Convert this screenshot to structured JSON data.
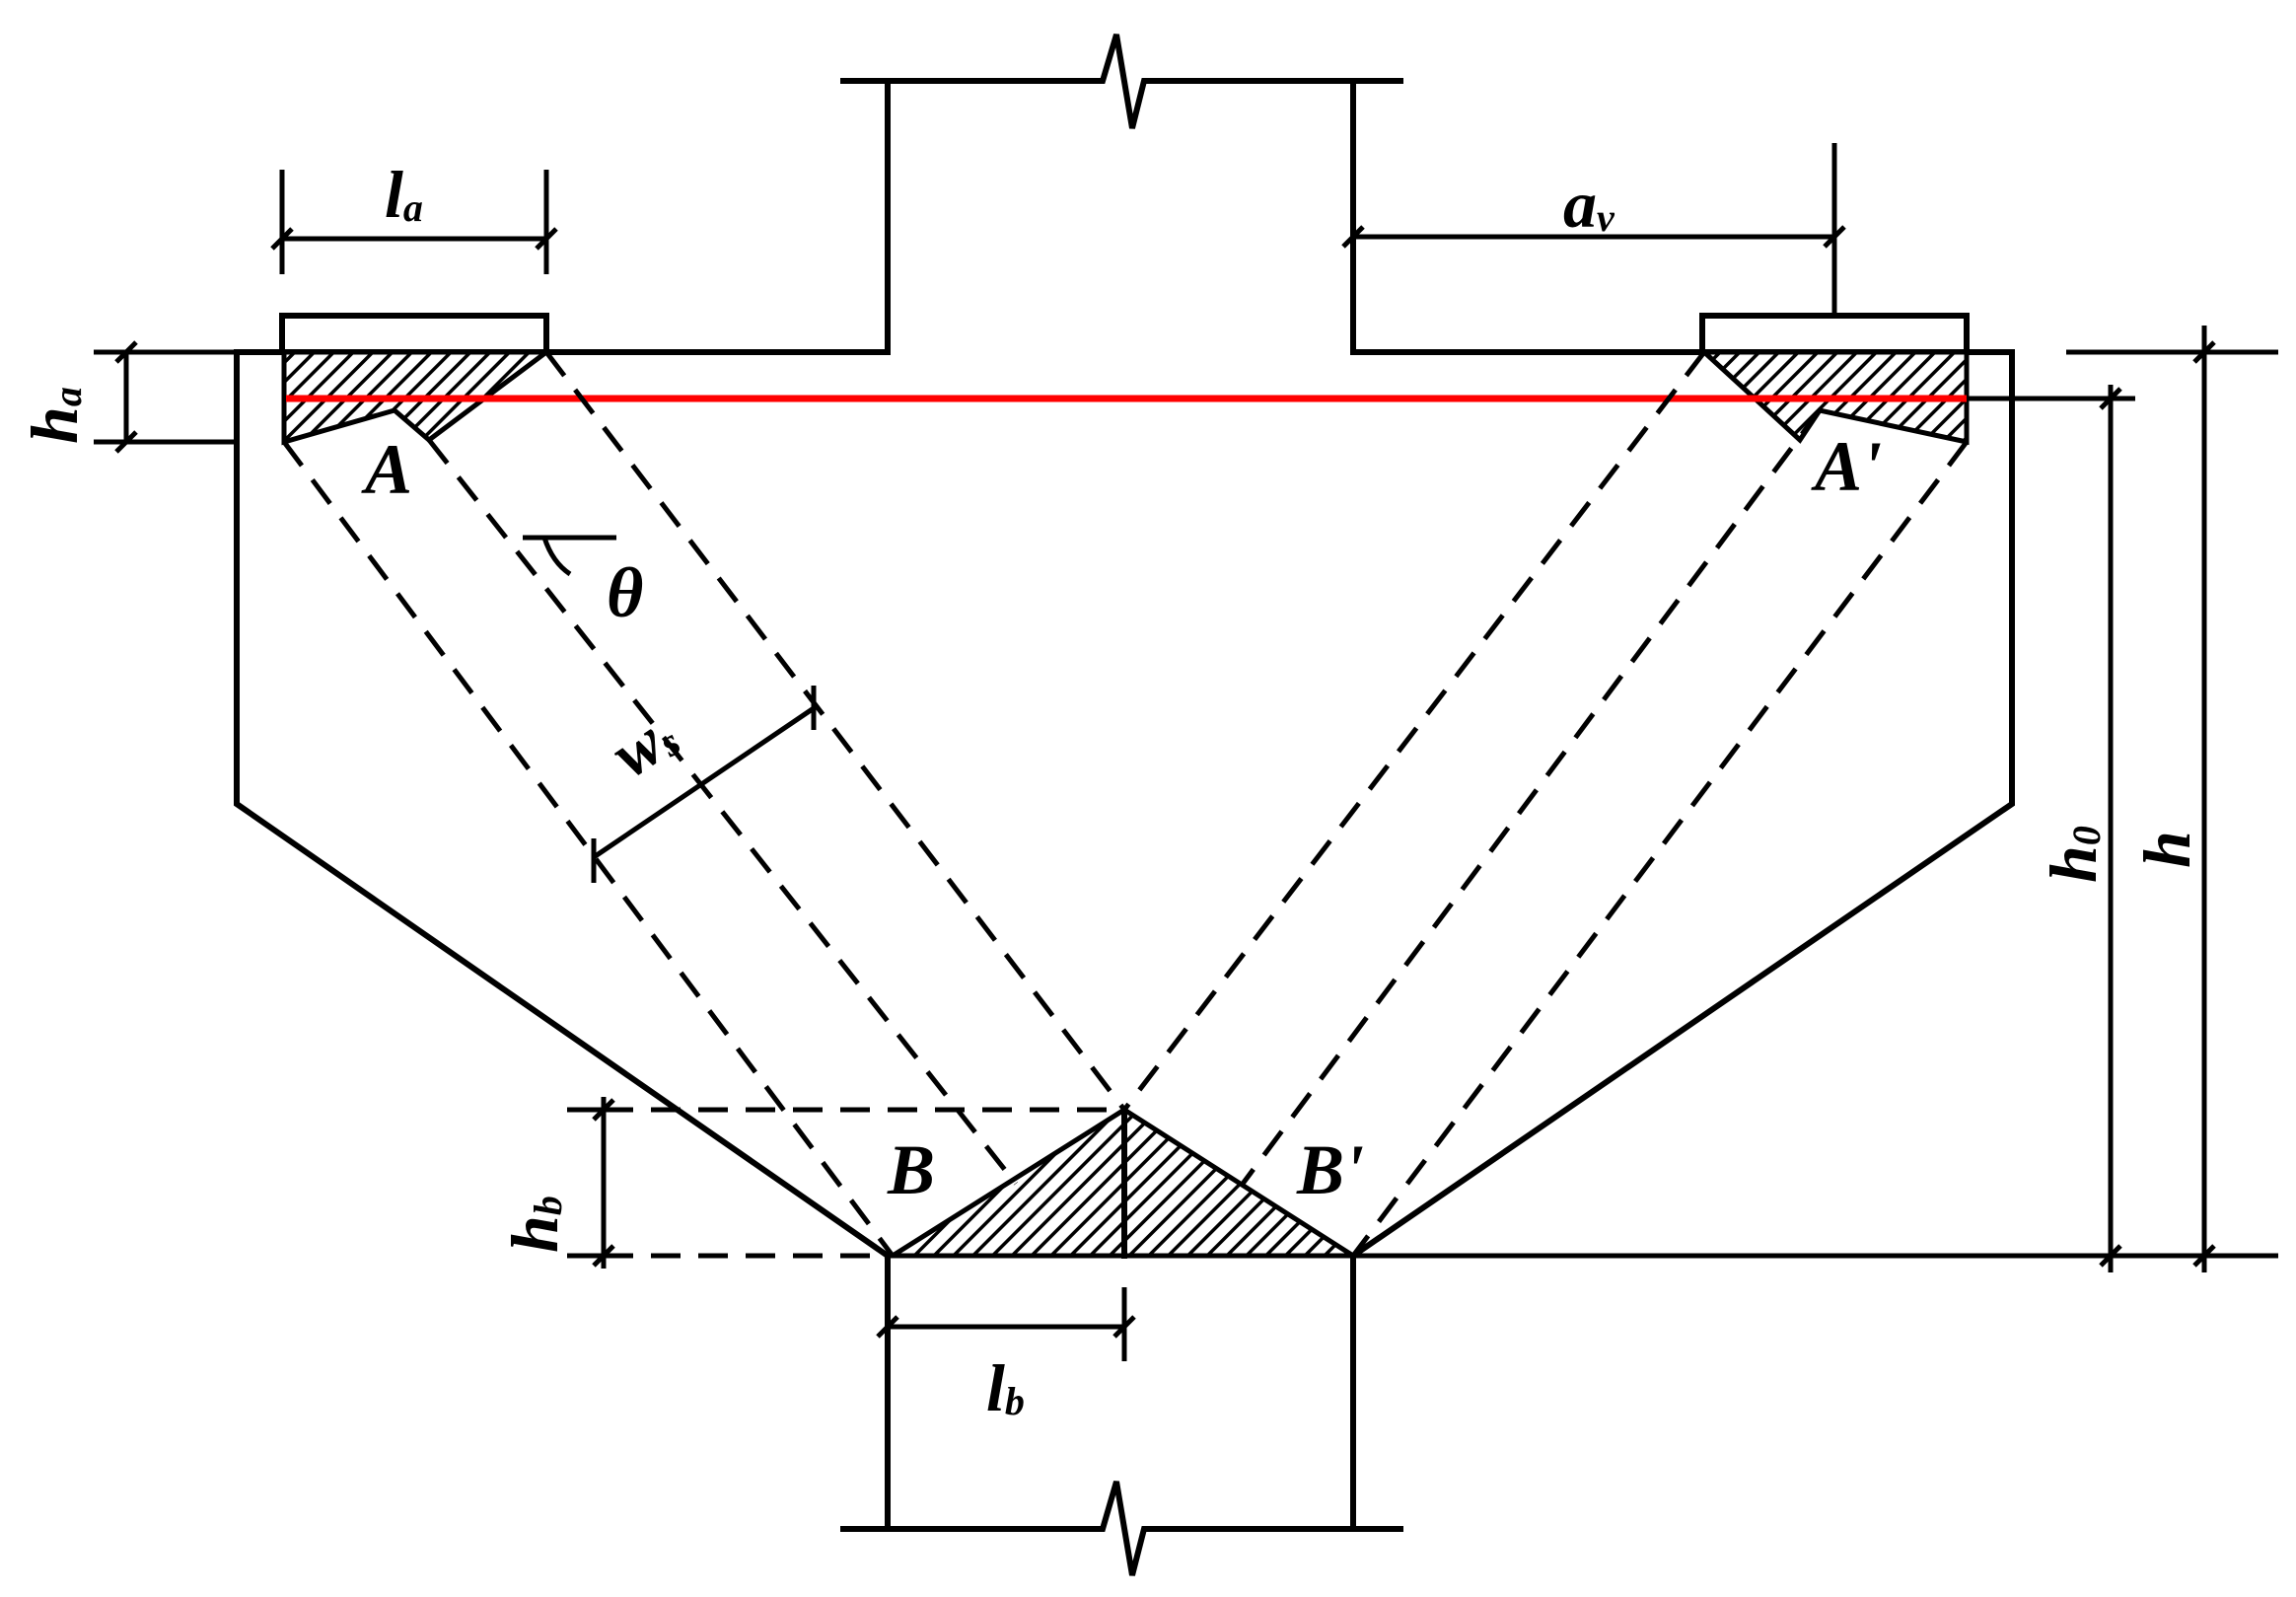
{
  "labels": {
    "la": "l",
    "la_sub": "a",
    "av": "a",
    "av_sub": "v",
    "ha": "h",
    "ha_sub": "a",
    "hb": "h",
    "hb_sub": "b",
    "lb": "l",
    "lb_sub": "b",
    "h0": "h",
    "h0_sub": "0",
    "h": "h",
    "ws": "w",
    "ws_sub": "s",
    "theta": "θ",
    "A": "A",
    "A_prime": "A'",
    "B": "B",
    "B_prime": "B'"
  },
  "colors": {
    "line": "#000000",
    "tie_line": "#ff0000",
    "background": "#ffffff"
  }
}
